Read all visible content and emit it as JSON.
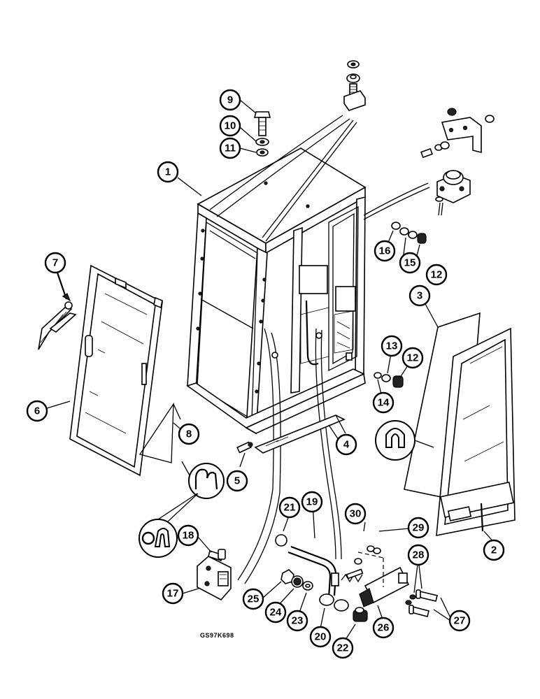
{
  "figure": {
    "code": "GS97K698",
    "callouts": [
      "1",
      "2",
      "3",
      "4",
      "5",
      "6",
      "7",
      "8",
      "9",
      "10",
      "11",
      "12",
      "12",
      "13",
      "14",
      "15",
      "16",
      "17",
      "18",
      "19",
      "20",
      "21",
      "22",
      "23",
      "24",
      "25",
      "26",
      "27",
      "28",
      "29",
      "30"
    ]
  },
  "colors": {
    "line": "#000000",
    "background": "#ffffff"
  },
  "symbols": [
    "clip-detail-icon",
    "seal-profile-icon",
    "clip-profile-icon"
  ]
}
